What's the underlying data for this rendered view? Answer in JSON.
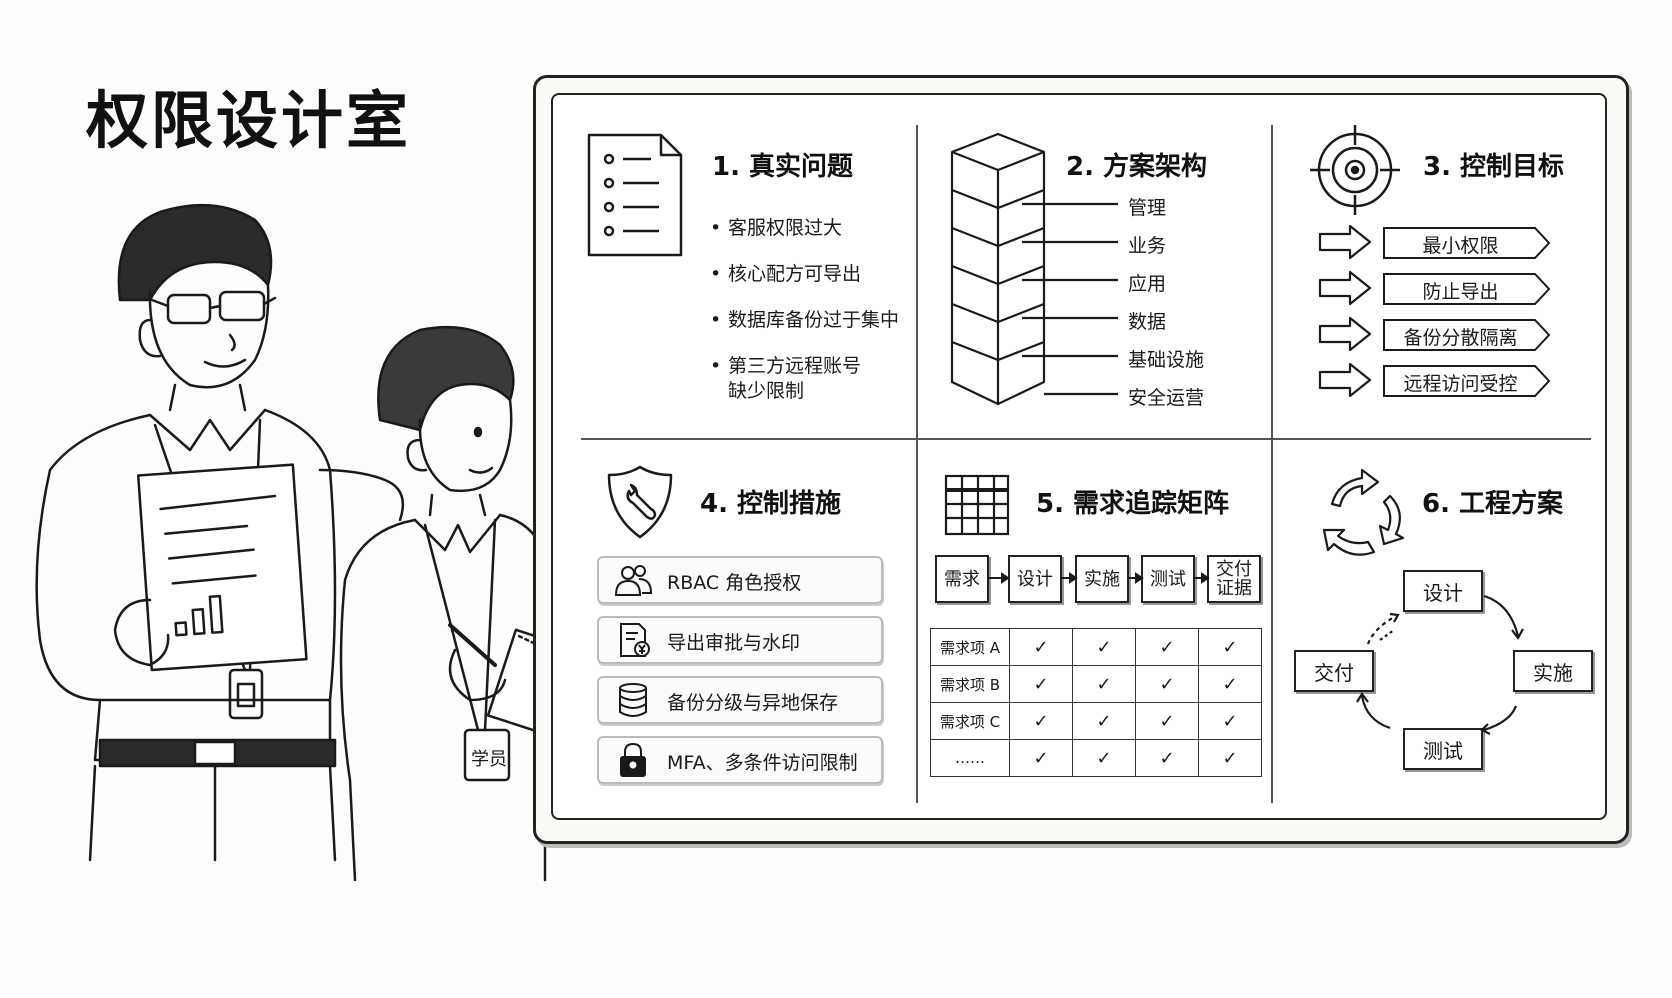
{
  "title": "权限设计室",
  "badge": "学员",
  "sections": {
    "s1": {
      "title": "1. 真实问题",
      "bullets": [
        "客服权限过大",
        "核心配方可导出",
        "数据库备份过于集中",
        "第三方远程账号",
        "缺少限制"
      ]
    },
    "s2": {
      "title": "2. 方案架构",
      "layers": [
        "管理",
        "业务",
        "应用",
        "数据",
        "基础设施",
        "安全运营"
      ]
    },
    "s3": {
      "title": "3. 控制目标",
      "goals": [
        "最小权限",
        "防止导出",
        "备份分散隔离",
        "远程访问受控"
      ]
    },
    "s4": {
      "title": "4. 控制措施",
      "measures": [
        {
          "label": "RBAC 角色授权",
          "icon": "users-icon"
        },
        {
          "label": "导出审批与水印",
          "icon": "document-yen-icon"
        },
        {
          "label": "备份分级与异地保存",
          "icon": "database-icon"
        },
        {
          "label": "MFA、多条件访问限制",
          "icon": "lock-icon"
        }
      ]
    },
    "s5": {
      "title": "5. 需求追踪矩阵",
      "flow": [
        "需求",
        "设计",
        "实施",
        "测试",
        "交付\n证据"
      ],
      "flow_a": [
        "需求",
        "设计",
        "实施",
        "测试",
        "交付",
        "证据"
      ],
      "rows": [
        "需求项 A",
        "需求项 B",
        "需求项 C",
        "……"
      ],
      "check": "✓"
    },
    "s6": {
      "title": "6. 工程方案",
      "cycle": [
        "设计",
        "实施",
        "测试",
        "交付"
      ]
    }
  }
}
